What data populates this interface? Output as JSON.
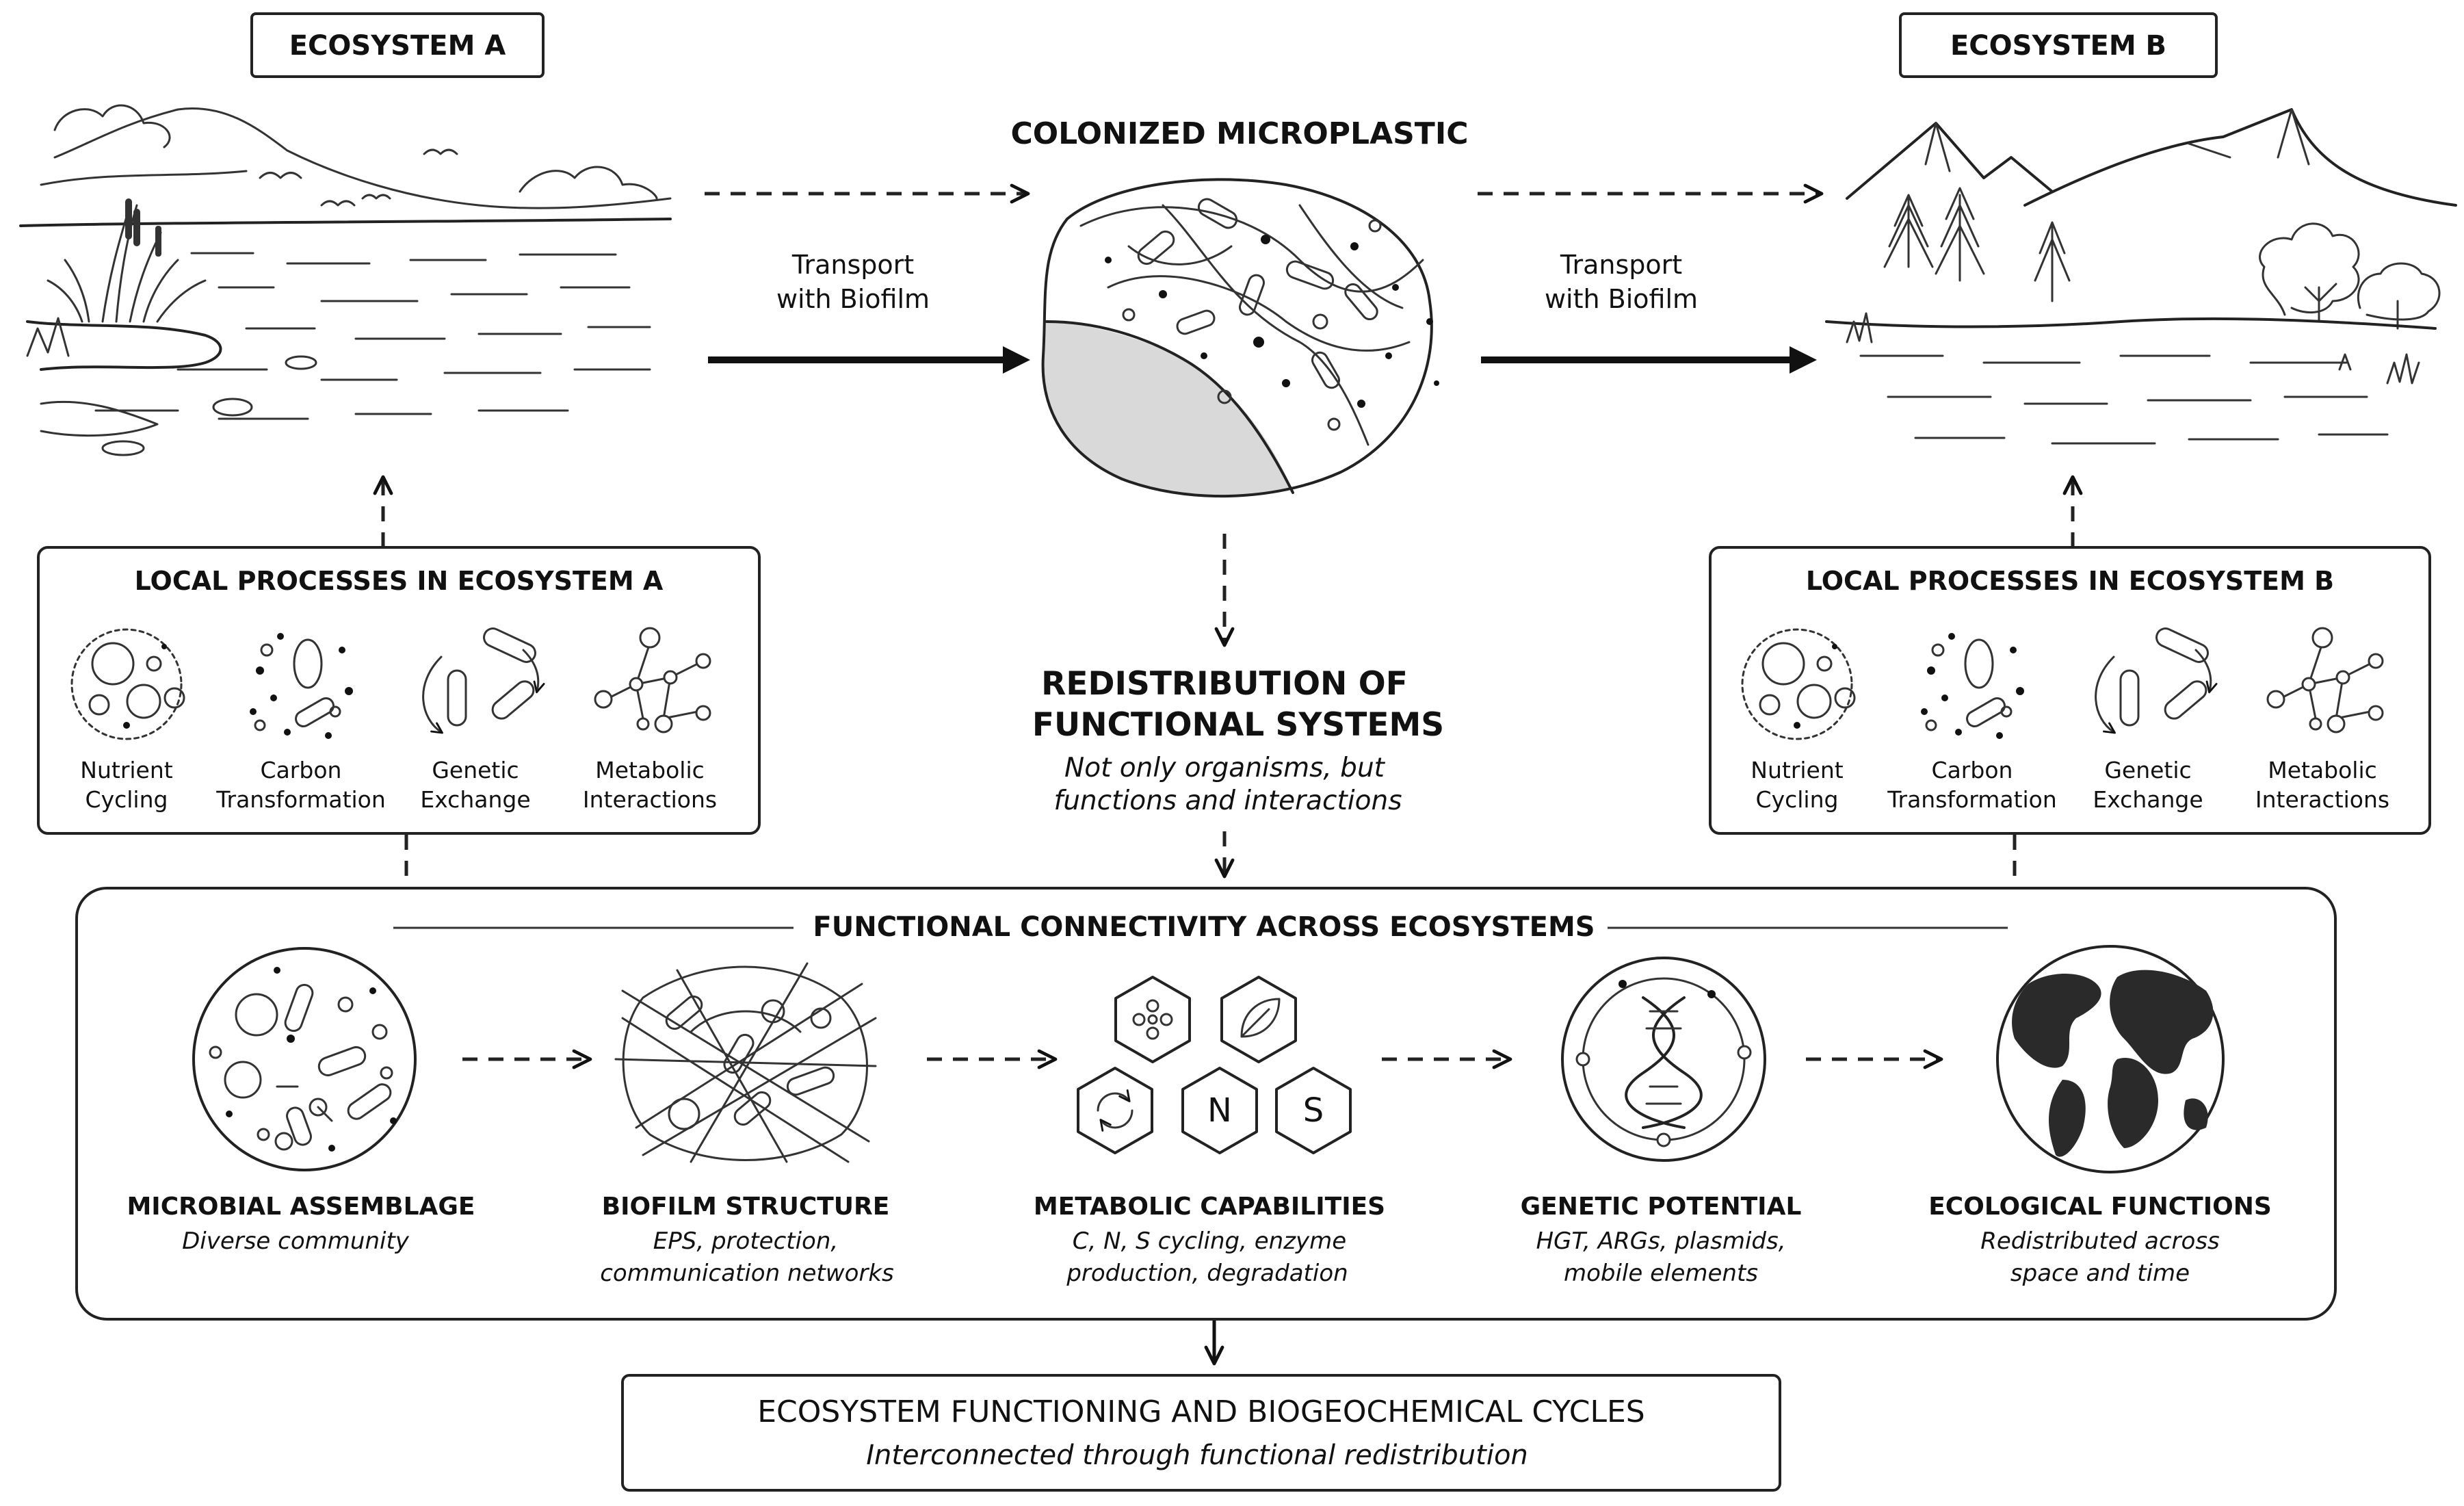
{
  "ecosystem_a": {
    "title": "ECOSYSTEM A"
  },
  "ecosystem_b": {
    "title": "ECOSYSTEM B"
  },
  "center": {
    "title": "COLONIZED MICROPLASTIC",
    "transport_left": [
      "Transport",
      "with Biofilm"
    ],
    "transport_right": [
      "Transport",
      "with Biofilm"
    ]
  },
  "local_a": {
    "title": "LOCAL PROCESSES IN ECOSYSTEM A",
    "items": [
      {
        "icon": "nutrient-cycling-icon",
        "label": [
          "Nutrient",
          "Cycling"
        ]
      },
      {
        "icon": "carbon-transformation-icon",
        "label": [
          "Carbon",
          "Transformation"
        ]
      },
      {
        "icon": "genetic-exchange-icon",
        "label": [
          "Genetic",
          "Exchange"
        ]
      },
      {
        "icon": "metabolic-interactions-icon",
        "label": [
          "Metabolic",
          "Interactions"
        ]
      }
    ]
  },
  "local_b": {
    "title": "LOCAL PROCESSES IN ECOSYSTEM B",
    "items": [
      {
        "icon": "nutrient-cycling-icon",
        "label": [
          "Nutrient",
          "Cycling"
        ]
      },
      {
        "icon": "carbon-transformation-icon",
        "label": [
          "Carbon",
          "Transformation"
        ]
      },
      {
        "icon": "genetic-exchange-icon",
        "label": [
          "Genetic",
          "Exchange"
        ]
      },
      {
        "icon": "metabolic-interactions-icon",
        "label": [
          "Metabolic",
          "Interactions"
        ]
      }
    ]
  },
  "redistribution": {
    "title": [
      "REDISTRIBUTION OF",
      "FUNCTIONAL SYSTEMS"
    ],
    "subtitle": [
      "Not only organisms, but",
      "functions and interactions"
    ]
  },
  "connectivity": {
    "title": "FUNCTIONAL CONNECTIVITY ACROSS ECOSYSTEMS",
    "items": [
      {
        "icon": "microbial-assemblage-icon",
        "title": "MICROBIAL ASSEMBLAGE",
        "desc": [
          "Diverse community"
        ]
      },
      {
        "icon": "biofilm-structure-icon",
        "title": "BIOFILM STRUCTURE",
        "desc": [
          "EPS, protection,",
          "communication networks"
        ]
      },
      {
        "icon": "metabolic-capabilities-icon",
        "title": "METABOLIC CAPABILITIES",
        "desc": [
          "C, N, S cycling, enzyme",
          "production, degradation"
        ]
      },
      {
        "icon": "genetic-potential-icon",
        "title": "GENETIC POTENTIAL",
        "desc": [
          "HGT, ARGs, plasmids,",
          "mobile elements"
        ]
      },
      {
        "icon": "ecological-functions-icon",
        "title": "ECOLOGICAL FUNCTIONS",
        "desc": [
          "Redistributed across",
          "space and time"
        ]
      }
    ],
    "hexagons": [
      "N",
      "S"
    ]
  },
  "bottom": {
    "title": "ECOSYSTEM FUNCTIONING AND BIOGEOCHEMICAL CYCLES",
    "subtitle": "Interconnected through functional redistribution"
  }
}
